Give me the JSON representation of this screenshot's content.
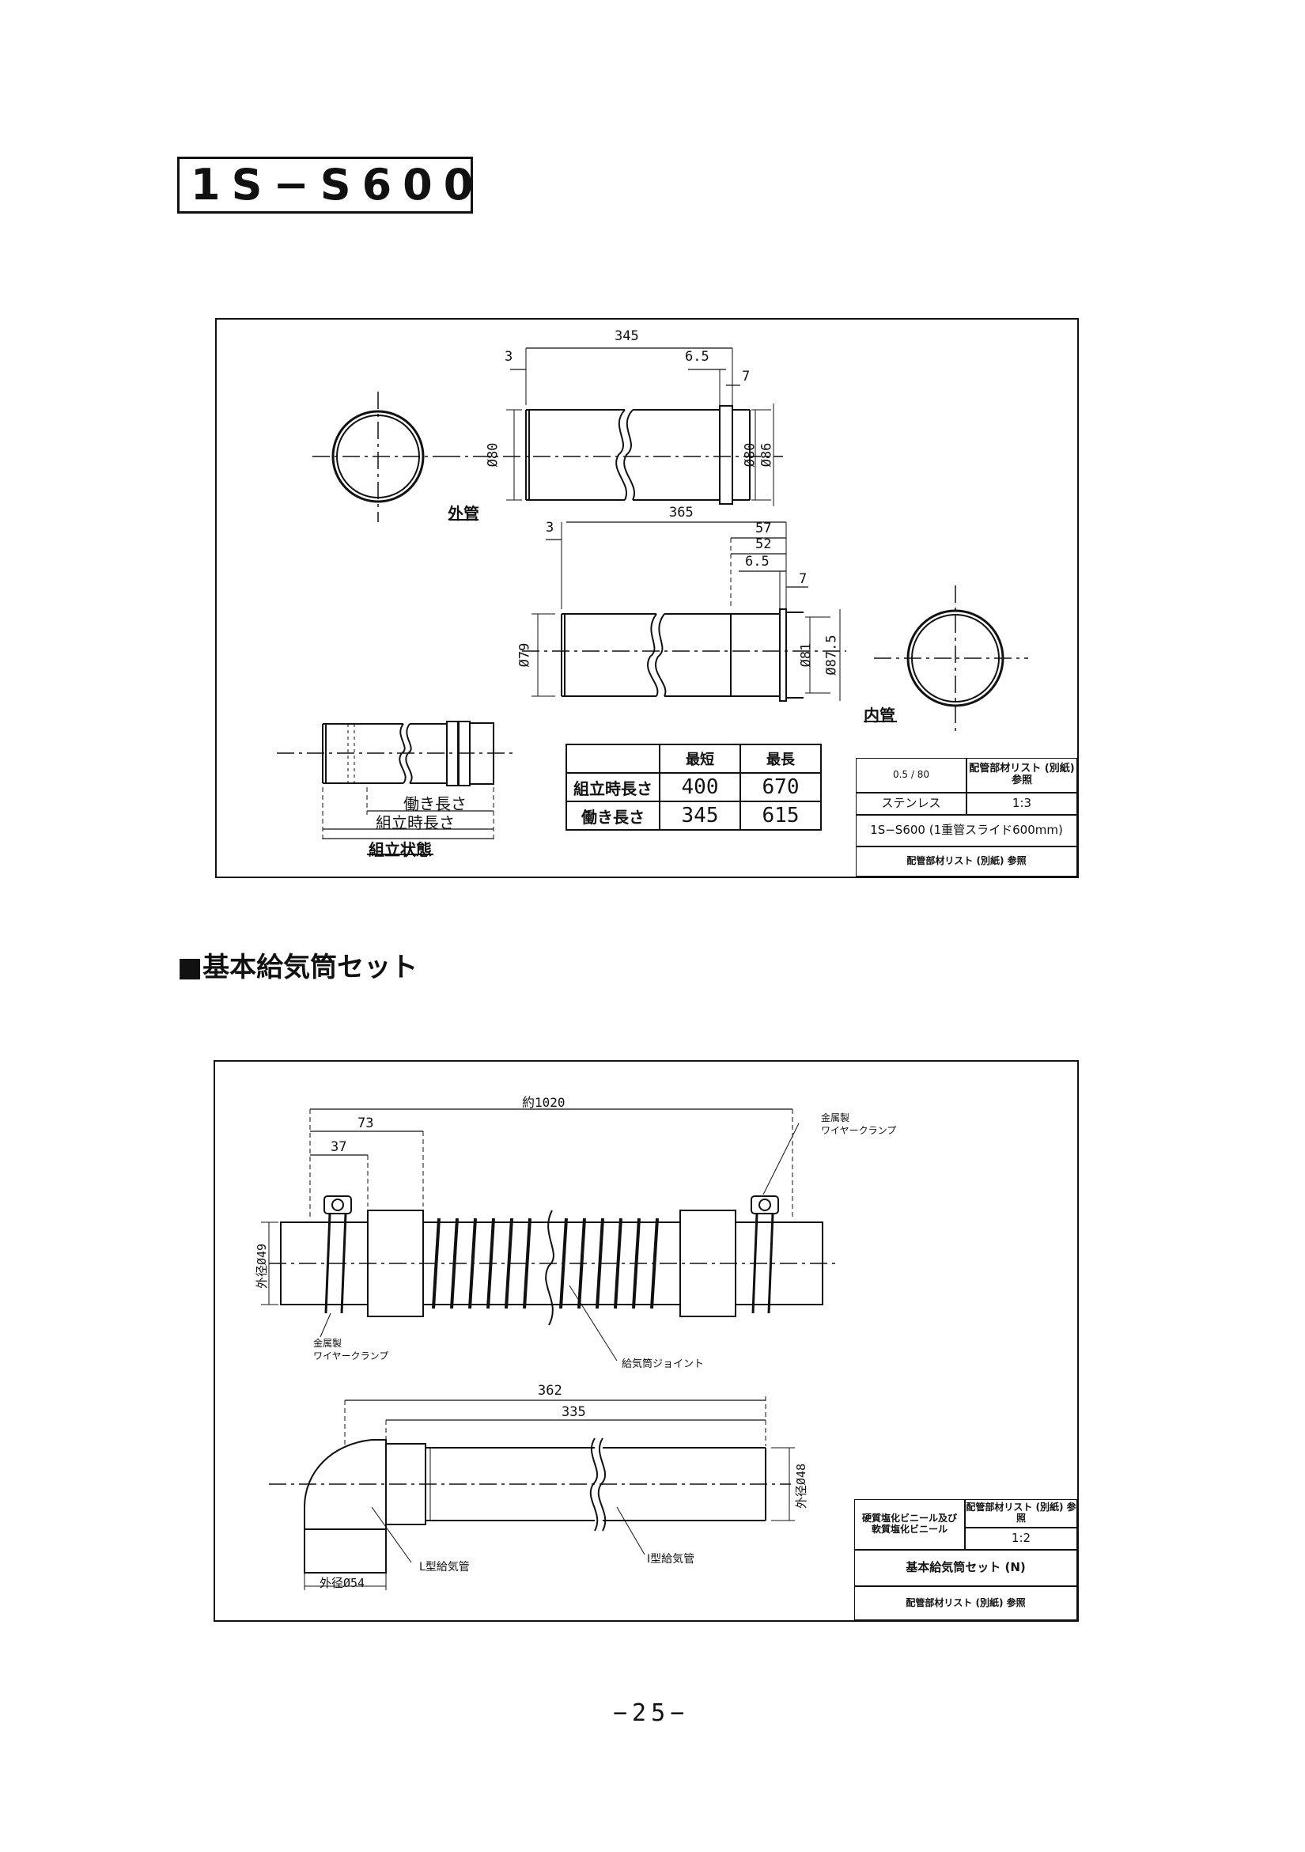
{
  "model": "1S−S600",
  "drawing1": {
    "outer_label": "外管",
    "inner_label": "内管",
    "assembled_label": "組立状態",
    "outer_dims": {
      "length": "345",
      "d1": "3",
      "d2": "6.5",
      "d3": "7",
      "dia_left": "Ø80",
      "dia_r1": "Ø80",
      "dia_r2": "Ø86"
    },
    "inner_dims": {
      "length": "365",
      "d1": "3",
      "d2": "57",
      "d3": "52",
      "d4": "6.5",
      "d5": "7",
      "dia_left": "Ø79",
      "dia_r1": "Ø81",
      "dia_r2": "Ø87.5"
    },
    "assembled_dims": {
      "work": "働き長さ",
      "assembled": "組立時長さ"
    },
    "table": {
      "headers": [
        "",
        "最短",
        "最長"
      ],
      "rows": [
        {
          "label": "組立時長さ",
          "min": "400",
          "max": "670"
        },
        {
          "label": "働き長さ",
          "min": "345",
          "max": "615"
        }
      ]
    },
    "title_block": {
      "scale_cell": "0.5 / 80",
      "remark": "配管部材リスト (別紙) 参照",
      "material": "ステンレス",
      "scale": "1:3",
      "name": "1S−S600 (1重管スライド600mm)",
      "bottom": "配管部材リスト (別紙) 参照"
    }
  },
  "section_heading": "■基本給気筒セット",
  "drawing2": {
    "total": "約1020",
    "d73": "73",
    "d37": "37",
    "clamp_top": "金属製\nワイヤークランプ",
    "clamp_bottom": "金属製\nワイヤークランプ",
    "outer_dia_49": "外径Ø49",
    "joint_label": "給気筒ジョイント",
    "d362": "362",
    "d335": "335",
    "outer_dia_48": "外径Ø48",
    "outer_dia_54": "外径Ø54",
    "l_label": "L型給気管",
    "i_label": "I型給気管",
    "title_block": {
      "material": "硬質塩化ビニール及び軟質塩化ビニール",
      "remark": "配管部材リスト (別紙) 参照",
      "scale": "1:2",
      "name": "基本給気筒セット (N)",
      "bottom": "配管部材リスト (別紙) 参照"
    }
  },
  "page_number": "−25−"
}
